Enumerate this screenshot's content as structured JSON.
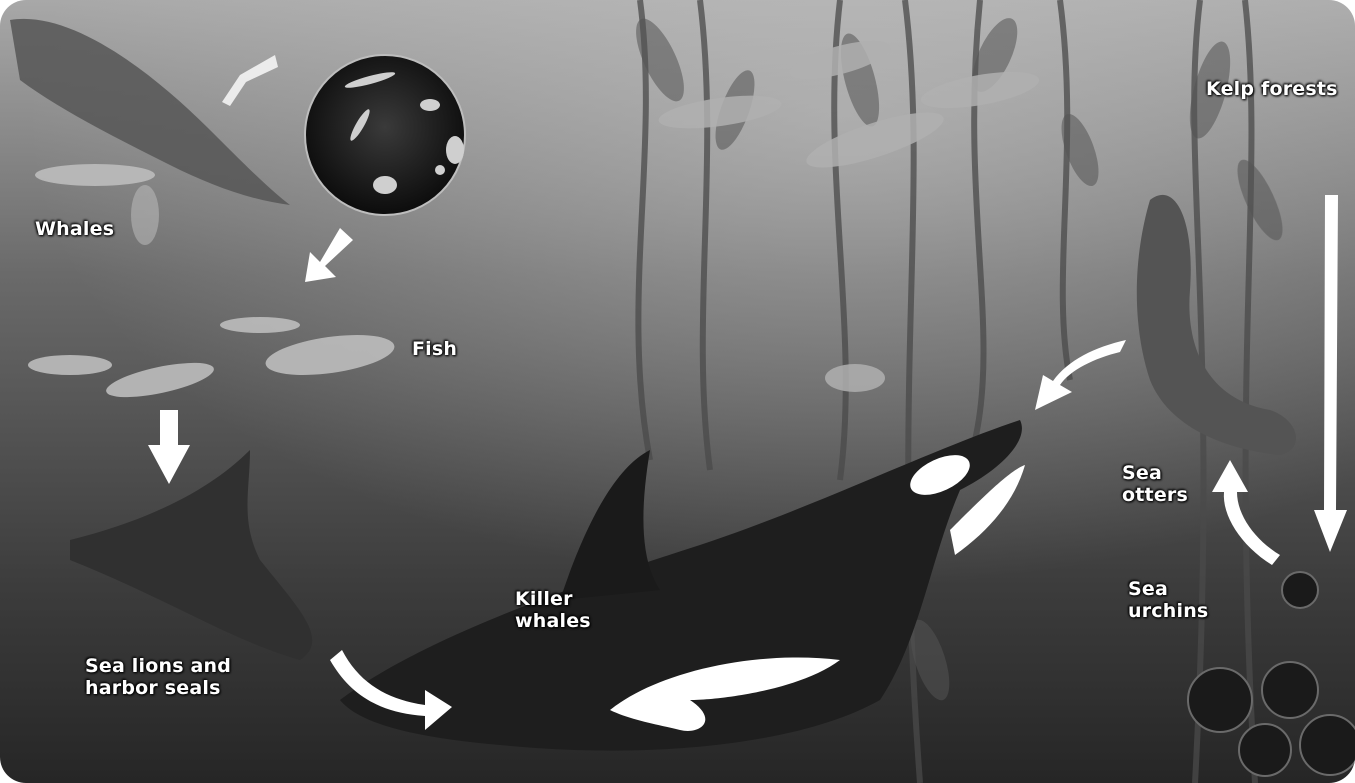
{
  "labels": {
    "whales": "Whales",
    "fish": "Fish",
    "kelp_forests": "Kelp forests",
    "sea_otters": "Sea\notters",
    "sea_urchins": "Sea\nurchins",
    "killer_whales": "Killer\nwhales",
    "sea_lions_harbor_seals": "Sea lions and\nharbor seals"
  },
  "food_web_links": [
    {
      "from": "Plankton",
      "to": "Fish"
    },
    {
      "from": "Fish",
      "to": "Sea lions and harbor seals"
    },
    {
      "from": "Sea lions and harbor seals",
      "to": "Killer whales"
    },
    {
      "from": "Sea otters",
      "to": "Killer whales"
    },
    {
      "from": "Kelp forests",
      "to": "Sea urchins"
    },
    {
      "from": "Sea urchins",
      "to": "Sea otters"
    }
  ],
  "colors": {
    "water_light": "#9a9a9a",
    "water_dark": "#2c2c2c",
    "arrow": "#ffffff",
    "label": "#ffffff"
  }
}
